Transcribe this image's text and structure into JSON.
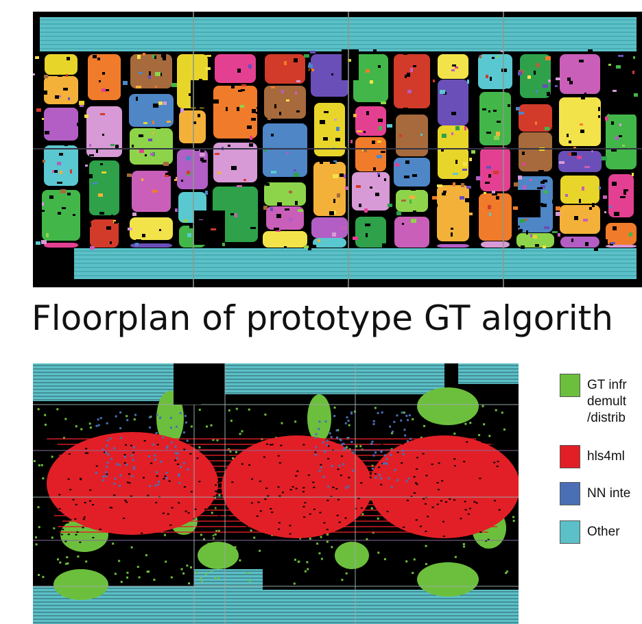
{
  "caption": "Floorplan of prototype GT algorith",
  "colors": {
    "background": "#000000",
    "gt_infrastructure": "#6cbf3c",
    "hls4ml": "#e21f26",
    "nn_interface": "#4a6fb5",
    "other": "#5bc0c8"
  },
  "legend": [
    {
      "label": "GT infr\ndemult\n/distrib",
      "color": "#6cbf3c"
    },
    {
      "label": "hls4ml",
      "color": "#e21f26"
    },
    {
      "label": "NN inte",
      "color": "#4a6fb5"
    },
    {
      "label": "Other",
      "color": "#5bc0c8"
    }
  ]
}
